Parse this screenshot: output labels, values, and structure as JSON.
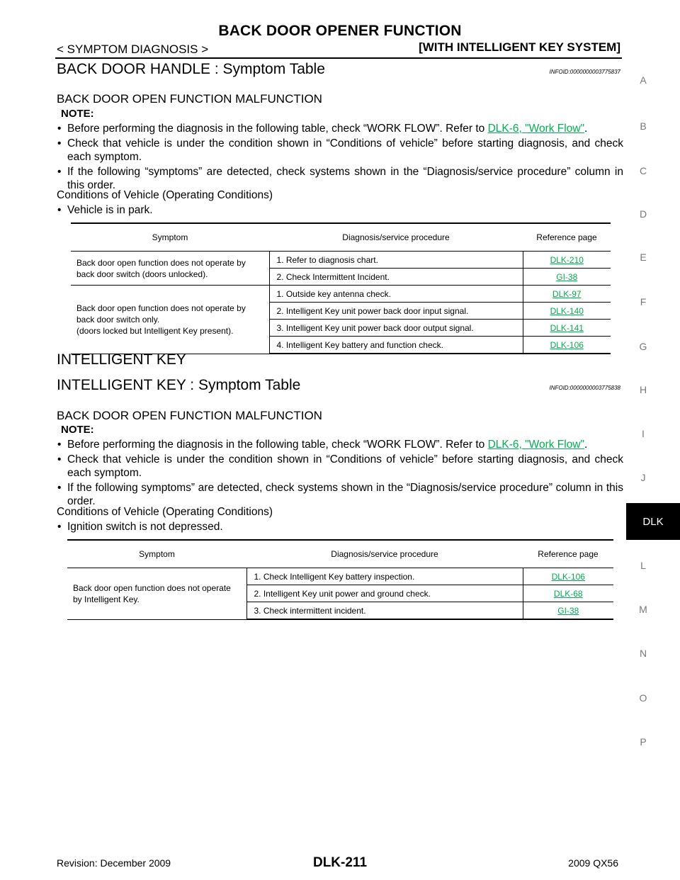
{
  "header": {
    "title": "BACK DOOR OPENER FUNCTION",
    "left": "< SYMPTOM DIAGNOSIS >",
    "right": "[WITH INTELLIGENT KEY SYSTEM]"
  },
  "section1": {
    "title": "BACK DOOR HANDLE : Symptom Table",
    "infoid": "INFOID:0000000003775837",
    "subtitle": "BACK DOOR OPEN FUNCTION MALFUNCTION",
    "note_label": "NOTE:",
    "note1_pre": "Before performing the diagnosis in the following table, check “WORK FLOW”. Refer to ",
    "note1_link": "DLK-6, \"Work Flow\"",
    "note1_post": ".",
    "note2": "Check that vehicle is under the condition shown in “Conditions of vehicle” before starting diagnosis, and check each symptom.",
    "note3": "If the following “symptoms” are detected, check systems shown in the “Diagnosis/service procedure” column in this order.",
    "conditions_title": "Conditions of Vehicle (Operating Conditions)",
    "condition1": "Vehicle is in park.",
    "table": {
      "headers": [
        "Symptom",
        "Diagnosis/service procedure",
        "Reference page"
      ],
      "groups": [
        {
          "symptom_lines": [
            "Back door open function does not operate by",
            "back door switch (doors unlocked)."
          ],
          "rows": [
            {
              "proc": "1.   Refer to diagnosis chart.",
              "ref": "DLK-210"
            },
            {
              "proc": "2.   Check Intermittent Incident.",
              "ref": "GI-38"
            }
          ]
        },
        {
          "symptom_lines": [
            "Back door open function does not operate by",
            "back door switch only.",
            "(doors locked but Intelligent Key present)."
          ],
          "rows": [
            {
              "proc": "1.   Outside key antenna check.",
              "ref": "DLK-97"
            },
            {
              "proc": "2.   Intelligent Key unit power back door input signal.",
              "ref": "DLK-140"
            },
            {
              "proc": "3.   Intelligent Key unit power back door output signal.",
              "ref": "DLK-141"
            },
            {
              "proc": "4.   Intelligent Key battery and function check.",
              "ref": "DLK-106"
            }
          ]
        }
      ]
    }
  },
  "section2": {
    "heading": "INTELLIGENT KEY",
    "title": "INTELLIGENT KEY : Symptom Table",
    "infoid": "INFOID:0000000003775838",
    "subtitle": "BACK DOOR OPEN FUNCTION MALFUNCTION",
    "note_label": "NOTE:",
    "note1_pre": "Before performing the diagnosis in the following table, check “WORK FLOW”. Refer to ",
    "note1_link": "DLK-6, \"Work Flow\"",
    "note1_post": ".",
    "note2": "Check that vehicle is under the condition shown in “Conditions of vehicle” before starting diagnosis, and check each symptom.",
    "note3": "If the following symptoms” are detected, check systems shown in the “Diagnosis/service procedure” column in this order.",
    "conditions_title": "Conditions of Vehicle (Operating Conditions)",
    "condition1": "Ignition switch is not depressed.",
    "table": {
      "headers": [
        "Symptom",
        "Diagnosis/service procedure",
        "Reference page"
      ],
      "groups": [
        {
          "symptom_lines": [
            "Back door open function does not operate",
            "by Intelligent Key."
          ],
          "rows": [
            {
              "proc": "1.   Check Intelligent Key battery inspection.",
              "ref": "DLK-106"
            },
            {
              "proc": "2.   Intelligent Key unit power and ground check.",
              "ref": "DLK-68"
            },
            {
              "proc": "3.   Check intermittent incident.",
              "ref": "GI-38"
            }
          ]
        }
      ]
    }
  },
  "side_index": [
    "A",
    "B",
    "C",
    "D",
    "E",
    "F",
    "G",
    "H",
    "I",
    "J",
    "DLK",
    "L",
    "M",
    "N",
    "O",
    "P"
  ],
  "footer": {
    "left": "Revision: December 2009",
    "center": "DLK-211",
    "right": "2009 QX56"
  },
  "colors": {
    "link": "#00b050",
    "tab_bg": "#000000"
  }
}
